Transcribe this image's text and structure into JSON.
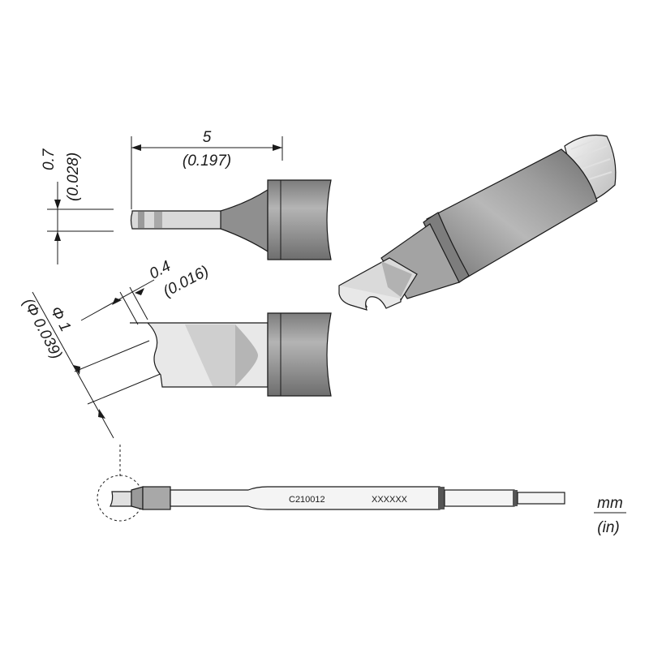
{
  "dimensions": {
    "length_mm": "5",
    "length_in": "(0.197)",
    "thickness_mm": "0.7",
    "thickness_in": "(0.028)",
    "notch_mm": "0.4",
    "notch_in": "(0.016)",
    "diameter_mm": "Φ 1",
    "diameter_in": "(Φ 0.039)"
  },
  "cartridge": {
    "part_number": "C210012",
    "serial": "XXXXXX"
  },
  "units": {
    "metric": "mm",
    "imperial": "(in)"
  },
  "colors": {
    "metal_dark": "#8a8a8a",
    "metal_mid": "#a8a8a8",
    "metal_light": "#d6d6d6",
    "tip_face": "#e6e6e6",
    "line": "#1a1a1a"
  }
}
